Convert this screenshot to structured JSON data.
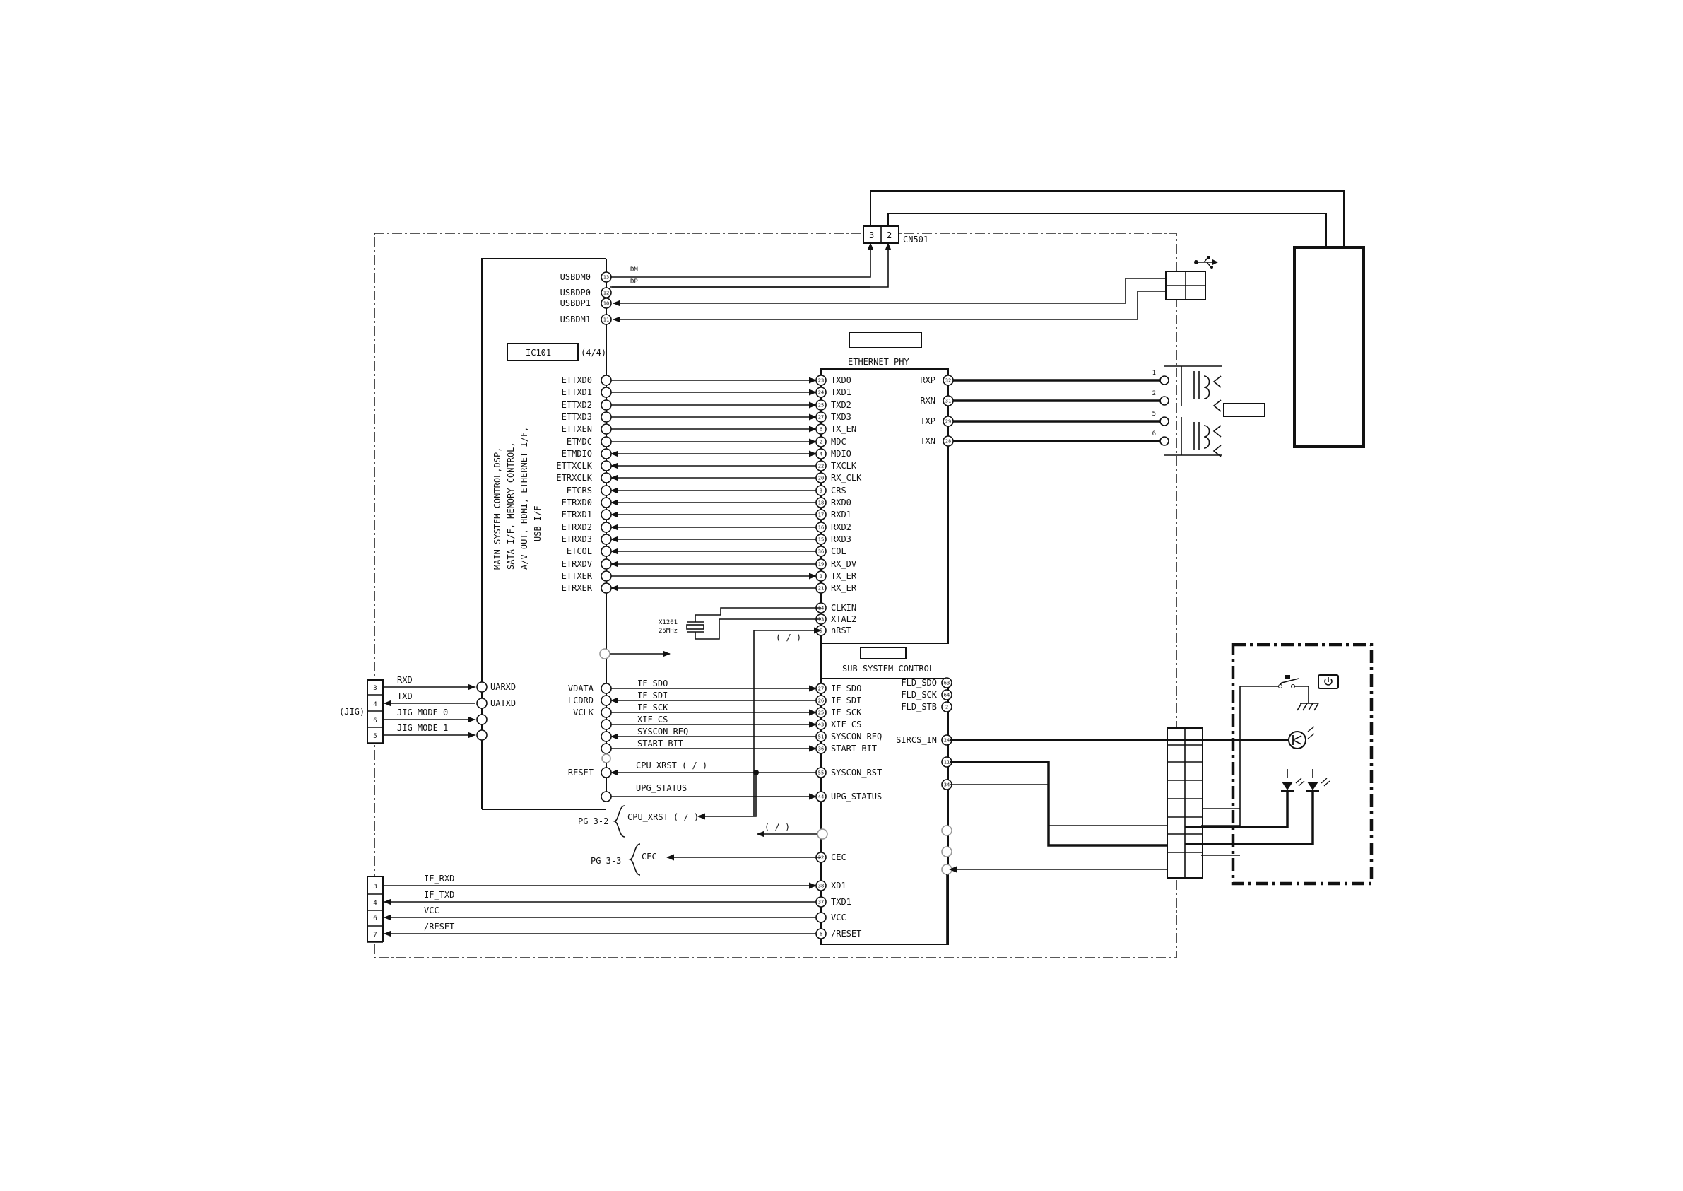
{
  "ic101": {
    "ref": "IC101",
    "part": "(4/4)",
    "function_lines": [
      "MAIN SYSTEM CONTROL,DSP,",
      "SATA I/F, MEMORY CONTROL,",
      "A/V OUT, HDMI, ETHERNET I/F,",
      "USB I/F"
    ],
    "usb_pins": [
      {
        "name": "USBDM0",
        "num": "13"
      },
      {
        "name": "USBDP0",
        "num": "12"
      },
      {
        "name": "USBDP1",
        "num": "10"
      },
      {
        "name": "USBDM1",
        "num": "11"
      }
    ],
    "eth_pins": [
      "ETTXD0",
      "ETTXD1",
      "ETTXD2",
      "ETTXD3",
      "ETTXEN",
      "ETMDC",
      "ETMDIO",
      "ETTXCLK",
      "ETRXCLK",
      "ETCRS",
      "ETRXD0",
      "ETRXD1",
      "ETRXD2",
      "ETRXD3",
      "ETCOL",
      "ETRXDV",
      "ETTXER",
      "ETRXER"
    ],
    "uart_pins": [
      "UARXD",
      "UATXD"
    ],
    "sub_pins": [
      "VDATA",
      "LCDRD",
      "VCLK",
      "RESET"
    ]
  },
  "usb_net": {
    "dm": "DM",
    "dp": "DP"
  },
  "cn501": {
    "ref": "CN501",
    "pins": [
      "3",
      "2"
    ]
  },
  "eth_phy": {
    "title": "ETHERNET PHY",
    "left_pins": [
      {
        "name": "TXD0",
        "num": "23"
      },
      {
        "name": "TXD1",
        "num": "24"
      },
      {
        "name": "TXD2",
        "num": "25"
      },
      {
        "name": "TXD3",
        "num": "27"
      },
      {
        "name": "TX_EN",
        "num": "6"
      },
      {
        "name": "MDC",
        "num": "2"
      },
      {
        "name": "MDIO",
        "num": "4"
      },
      {
        "name": "TXCLK",
        "num": "22"
      },
      {
        "name": "RX_CLK",
        "num": "20"
      },
      {
        "name": "CRS",
        "num": "3"
      },
      {
        "name": "RXD0",
        "num": "18"
      },
      {
        "name": "RXD1",
        "num": "17"
      },
      {
        "name": "RXD2",
        "num": "16"
      },
      {
        "name": "RXD3",
        "num": "15"
      },
      {
        "name": "COL",
        "num": "36"
      },
      {
        "name": "RX_DV",
        "num": "19"
      },
      {
        "name": "TX_ER",
        "num": "1"
      },
      {
        "name": "RX_ER",
        "num": "21"
      }
    ],
    "clock_pins": [
      {
        "name": "CLKIN",
        "num": "14"
      },
      {
        "name": "XTAL2",
        "num": "13"
      },
      {
        "name": "nRST",
        "num": "5"
      }
    ],
    "right_pins": [
      {
        "name": "RXP",
        "num": "32"
      },
      {
        "name": "RXN",
        "num": "31"
      },
      {
        "name": "TXP",
        "num": "29"
      },
      {
        "name": "TXN",
        "num": "28"
      }
    ]
  },
  "crystal": {
    "ref": "X1201",
    "freq": "25MHz"
  },
  "transformer": {
    "pins": [
      "1",
      "2",
      "5",
      "6"
    ]
  },
  "sub_ctrl": {
    "title": "SUB SYSTEM CONTROL",
    "left_pins": [
      {
        "name": "IF_SDO",
        "num": "27"
      },
      {
        "name": "IF_SDI",
        "num": "26"
      },
      {
        "name": "IF_SCK",
        "num": "25"
      },
      {
        "name": "XIF_CS",
        "num": "43"
      },
      {
        "name": "SYSCON_REQ",
        "num": "51"
      },
      {
        "name": "START_BIT",
        "num": "36"
      },
      {
        "name": "SYSCON_RST",
        "num": "55"
      },
      {
        "name": "UPG_STATUS",
        "num": "44"
      }
    ],
    "right_pins": [
      {
        "name": "FLD_SDO",
        "num": "63"
      },
      {
        "name": "FLD_SCK",
        "num": "64"
      },
      {
        "name": "FLD_STB",
        "num": "2"
      },
      {
        "name": "SIRCS_IN",
        "num": "24"
      }
    ],
    "extra_right_pins": [
      "11",
      "34"
    ],
    "bottom_pins": [
      {
        "name": "CEC",
        "num": "22"
      },
      {
        "name": "XD1",
        "num": "38"
      },
      {
        "name": "TXD1",
        "num": "37"
      },
      {
        "name": "VCC",
        "num": ""
      },
      {
        "name": "/RESET",
        "num": "6"
      }
    ]
  },
  "net_labels": {
    "if_sdo": "IF_SDO",
    "if_sdi": "IF_SDI",
    "if_sck": "IF_SCK",
    "xif_cs": "XIF_CS",
    "syscon_req": "SYSCON_REQ",
    "start_bit": "START_BIT",
    "cpu_xrst": "CPU_XRST ( / )",
    "upg_status": "UPG_STATUS",
    "slash1": "( / )",
    "slash2": "( / )"
  },
  "offpage": [
    {
      "page": "PG 3-2",
      "signal": "CPU_XRST ( / )"
    },
    {
      "page": "PG 3-3",
      "signal": "CEC"
    }
  ],
  "jig": {
    "label": "(JIG)",
    "pins": [
      "3",
      "4",
      "6",
      "5"
    ],
    "signals": [
      "RXD",
      "TXD",
      "JIG MODE 0",
      "JIG MODE 1"
    ]
  },
  "if_conn": {
    "pins": [
      "3",
      "4",
      "6",
      "7"
    ],
    "signals": [
      "IF_RXD",
      "IF_TXD",
      "VCC",
      "/RESET"
    ]
  },
  "icons": [
    "usb-icon",
    "power-icon",
    "photo-receiver-icon",
    "led-icon",
    "ground-icon",
    "crystal-icon"
  ]
}
